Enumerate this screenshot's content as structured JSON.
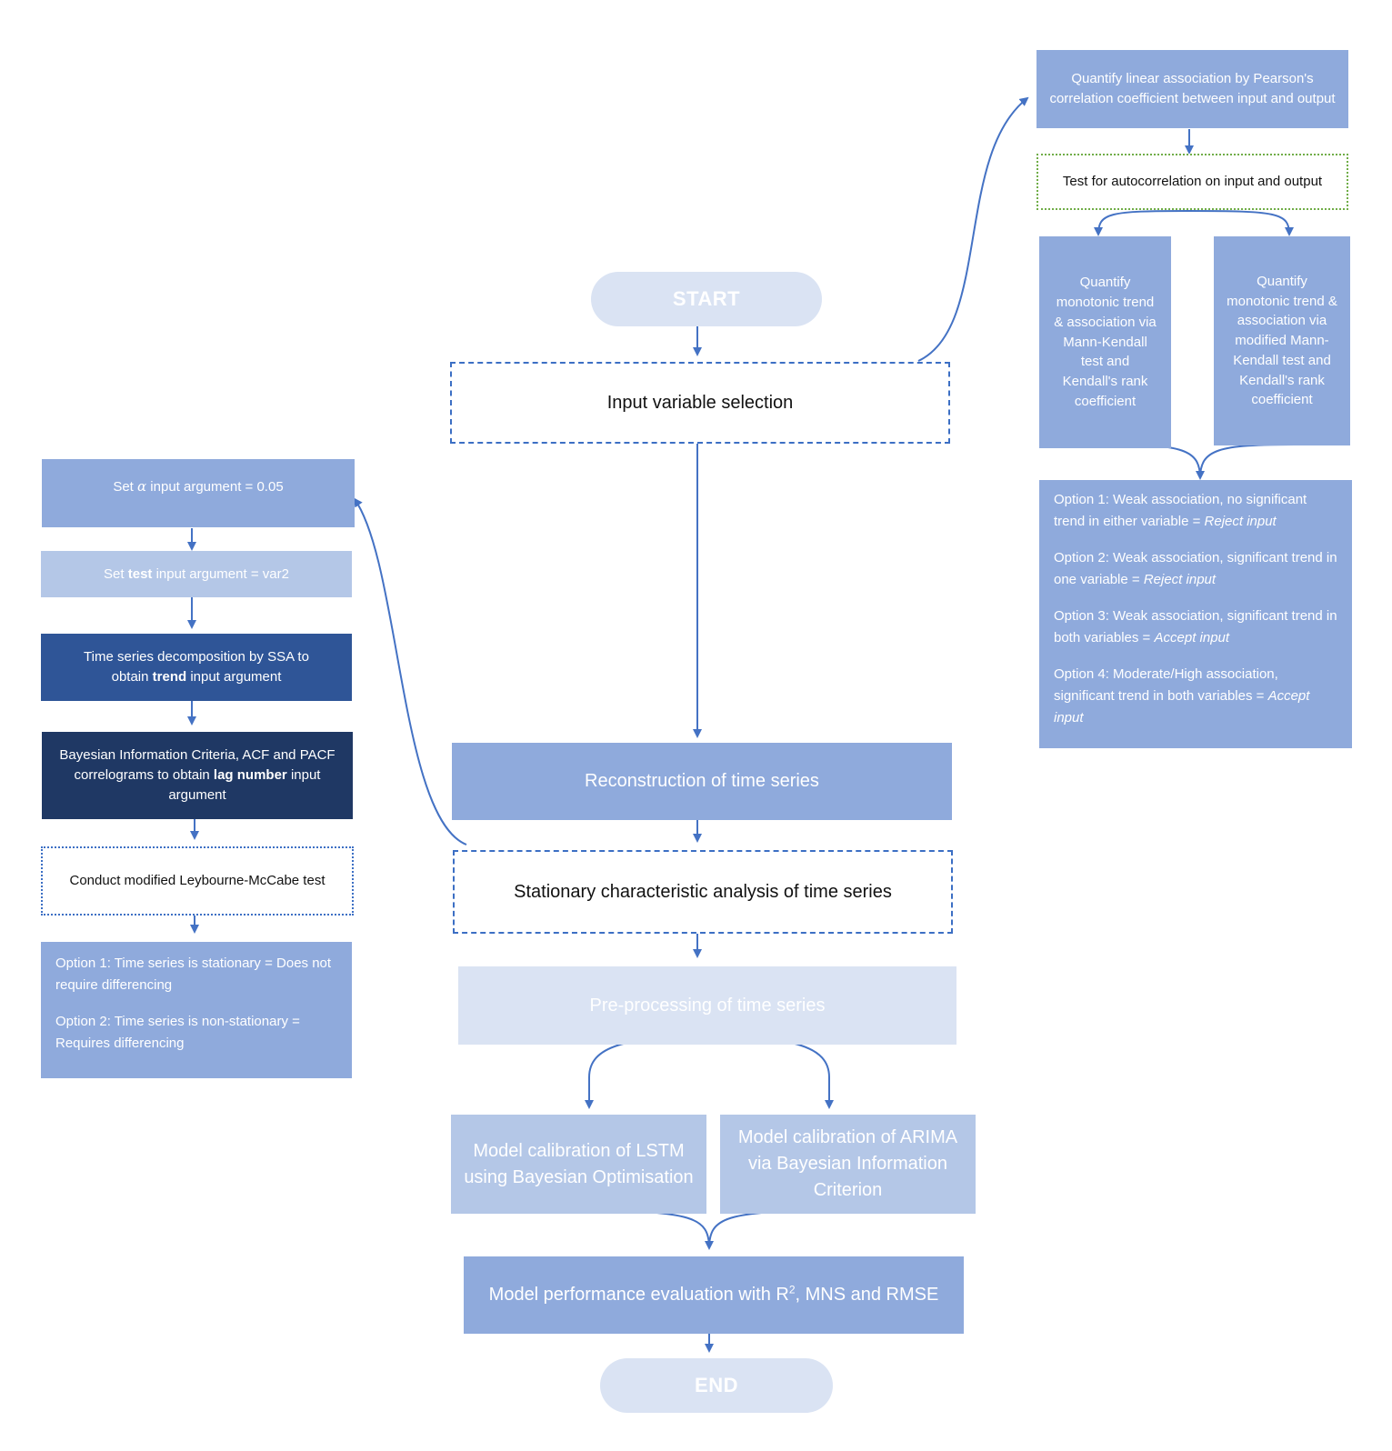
{
  "start": "START",
  "end": "END",
  "center": {
    "input_selection": "Input variable selection",
    "reconstruction": "Reconstruction of time series",
    "stationary": "Stationary characteristic analysis of time series",
    "preprocessing": "Pre-processing of time series",
    "lstm": "Model calibration of LSTM using Bayesian Optimisation",
    "arima": "Model calibration of ARIMA via Bayesian Information Criterion",
    "evaluation_prefix": "Model performance evaluation with R",
    "evaluation_sup": "2",
    "evaluation_suffix": ", MNS and RMSE"
  },
  "right": {
    "pearson": "Quantify linear association by  Pearson's correlation coefficient between input and output",
    "autocorrelation": "Test for autocorrelation on input and output",
    "mann_kendall": "Quantify monotonic trend & association via Mann-Kendall test and Kendall's rank coefficient",
    "modified_mann_kendall": "Quantify monotonic trend & association via modified Mann-Kendall test and Kendall's rank coefficient",
    "options": [
      {
        "text": "Option 1: Weak association, no significant trend in either variable = ",
        "verdict": "Reject input"
      },
      {
        "text": "Option 2: Weak association, significant trend in one variable = ",
        "verdict": "Reject input"
      },
      {
        "text": "Option 3: Weak association, significant trend in both variables = ",
        "verdict": "Accept input"
      },
      {
        "text": "Option 4: Moderate/High association, significant trend in both variables = ",
        "verdict": "Accept input"
      }
    ]
  },
  "left": {
    "alpha": {
      "pre": "Set ",
      "symbol": "α",
      "post": " input argument = 0.05"
    },
    "test": {
      "pre": "Set ",
      "bold": "test",
      "post": " input argument = var2"
    },
    "ssa": {
      "pre": "Time series decomposition by SSA to obtain ",
      "bold": "trend",
      "post": " input argument"
    },
    "bic": {
      "pre": "Bayesian Information Criteria, ACF and PACF correlograms  to obtain ",
      "bold": "lag number",
      "post": " input argument"
    },
    "leybourne": "Conduct modified Leybourne-McCabe test",
    "options": [
      "Option 1: Time series is stationary = Does not require differencing",
      "Option 2: Time series is non-stationary = Requires differencing"
    ]
  }
}
